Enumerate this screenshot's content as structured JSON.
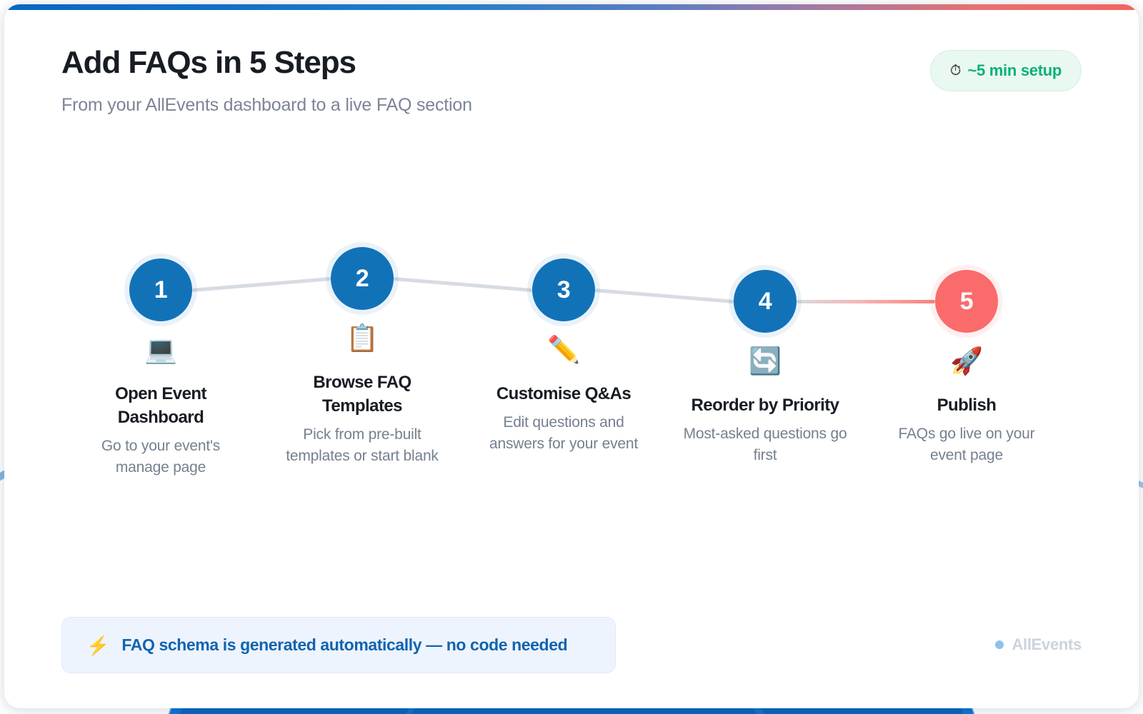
{
  "accent": {
    "gradient_from": "#0a66c2",
    "gradient_mid": "#9a7ba8",
    "gradient_to": "#f4645f",
    "blue": "#1272b8",
    "red": "#fa6b6b",
    "green": "#09b173",
    "link_blue": "#1064b0"
  },
  "header": {
    "title": "Add FAQs in 5 Steps",
    "subtitle": "From your AllEvents dashboard to a live FAQ section",
    "badge": {
      "icon": "⏱",
      "icon_name": "stopwatch-icon",
      "label": "~5 min setup"
    }
  },
  "steps": [
    {
      "number": "1",
      "emoji": "💻",
      "emoji_name": "laptop-icon",
      "title": "Open Event Dashboard",
      "desc": "Go to your event's manage page",
      "color": "blue"
    },
    {
      "number": "2",
      "emoji": "📋",
      "emoji_name": "clipboard-icon",
      "title": "Browse FAQ Templates",
      "desc": "Pick from pre-built templates or start blank",
      "color": "blue"
    },
    {
      "number": "3",
      "emoji": "✏️",
      "emoji_name": "pencil-icon",
      "title": "Customise Q&As",
      "desc": "Edit questions and answers for your event",
      "color": "blue"
    },
    {
      "number": "4",
      "emoji": "🔄",
      "emoji_name": "refresh-arrows-icon",
      "title": "Reorder by Priority",
      "desc": "Most-asked questions go first",
      "color": "blue"
    },
    {
      "number": "5",
      "emoji": "🚀",
      "emoji_name": "rocket-icon",
      "title": "Publish",
      "desc": "FAQs go live on your event page",
      "color": "red"
    }
  ],
  "footnote": {
    "icon": "⚡",
    "icon_name": "lightning-bolt-icon",
    "label": "FAQ schema is generated automatically — no code needed"
  },
  "brand": {
    "label": "AllEvents",
    "dot_color": "#8cc2ec"
  }
}
